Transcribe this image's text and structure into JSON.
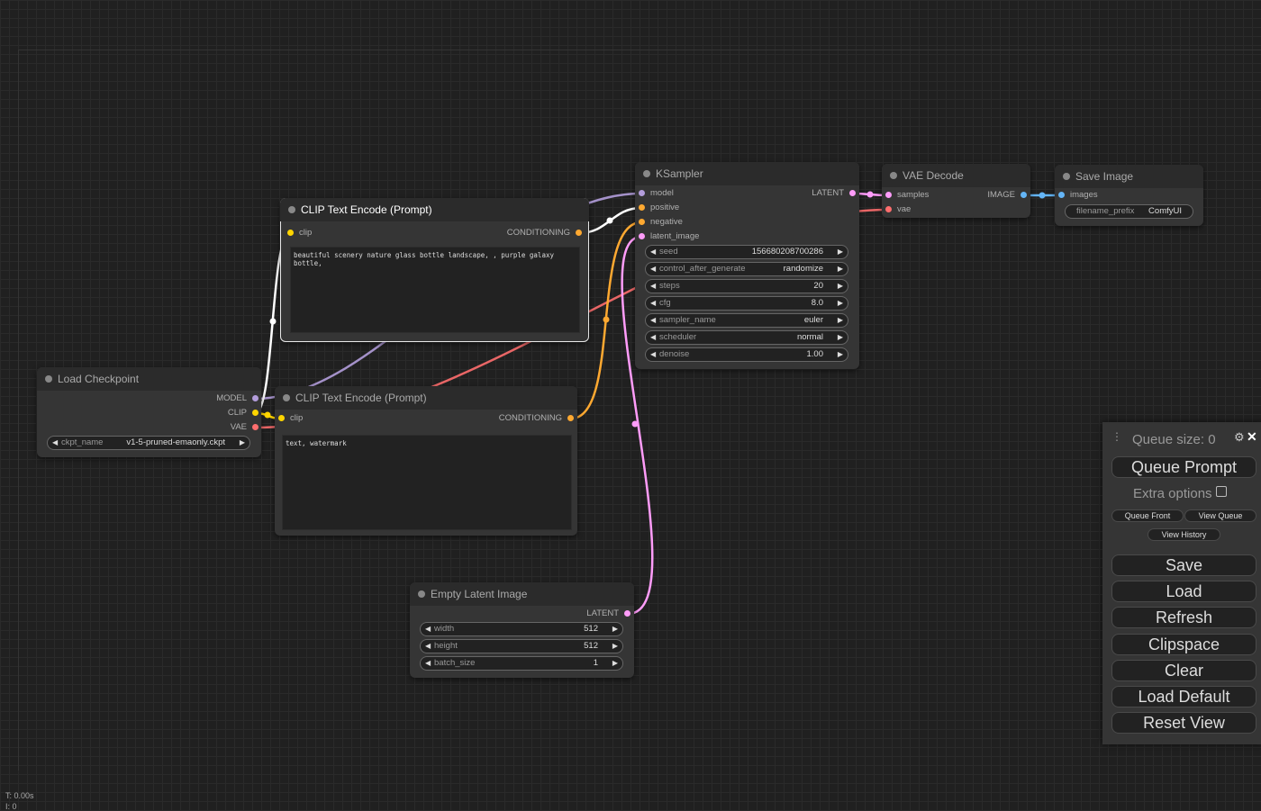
{
  "nodes": {
    "clip_pos": {
      "title": "CLIP Text Encode (Prompt)",
      "in_clip": "clip",
      "out_conditioning": "CONDITIONING",
      "text": "beautiful scenery nature glass bottle landscape, , purple galaxy bottle,"
    },
    "clip_neg": {
      "title": "CLIP Text Encode (Prompt)",
      "in_clip": "clip",
      "out_conditioning": "CONDITIONING",
      "text": "text, watermark"
    },
    "checkpoint": {
      "title": "Load Checkpoint",
      "out_model": "MODEL",
      "out_clip": "CLIP",
      "out_vae": "VAE",
      "ckpt_label": "ckpt_name",
      "ckpt_value": "v1-5-pruned-emaonly.ckpt"
    },
    "ksampler": {
      "title": "KSampler",
      "in_model": "model",
      "in_positive": "positive",
      "in_negative": "negative",
      "in_latent": "latent_image",
      "out_latent": "LATENT",
      "widgets": [
        {
          "name": "seed",
          "value": "156680208700286"
        },
        {
          "name": "control_after_generate",
          "value": "randomize"
        },
        {
          "name": "steps",
          "value": "20"
        },
        {
          "name": "cfg",
          "value": "8.0"
        },
        {
          "name": "sampler_name",
          "value": "euler"
        },
        {
          "name": "scheduler",
          "value": "normal"
        },
        {
          "name": "denoise",
          "value": "1.00"
        }
      ]
    },
    "vae_decode": {
      "title": "VAE Decode",
      "in_samples": "samples",
      "in_vae": "vae",
      "out_image": "IMAGE"
    },
    "save_image": {
      "title": "Save Image",
      "in_images": "images",
      "prefix_label": "filename_prefix",
      "prefix_value": "ComfyUI"
    },
    "latent": {
      "title": "Empty Latent Image",
      "out_latent": "LATENT",
      "widgets": [
        {
          "name": "width",
          "value": "512"
        },
        {
          "name": "height",
          "value": "512"
        },
        {
          "name": "batch_size",
          "value": "1"
        }
      ]
    }
  },
  "queue": {
    "size_text": "Queue size: 0",
    "queue_prompt": "Queue Prompt",
    "extra_options": "Extra options",
    "queue_front": "Queue Front",
    "view_queue": "View Queue",
    "view_history": "View History",
    "save": "Save",
    "load": "Load",
    "refresh": "Refresh",
    "clipspace": "Clipspace",
    "clear": "Clear",
    "load_default": "Load Default",
    "reset_view": "Reset View"
  },
  "stats": {
    "time": "T: 0.00s",
    "iter": "I: 0"
  },
  "icons": {
    "drag": "drag-handle-icon",
    "settings": "gear-icon",
    "close": "close-icon",
    "arrow_left": "arrow-left-icon",
    "arrow_right": "arrow-right-icon"
  },
  "colors": {
    "model": "#b39ddb",
    "clip": "#ffd500",
    "vae": "#ff6e6e",
    "conditioning": "#ffa931",
    "latent": "#ff9cf9",
    "image": "#64b5f6",
    "clip_wire": "#ffffff"
  }
}
